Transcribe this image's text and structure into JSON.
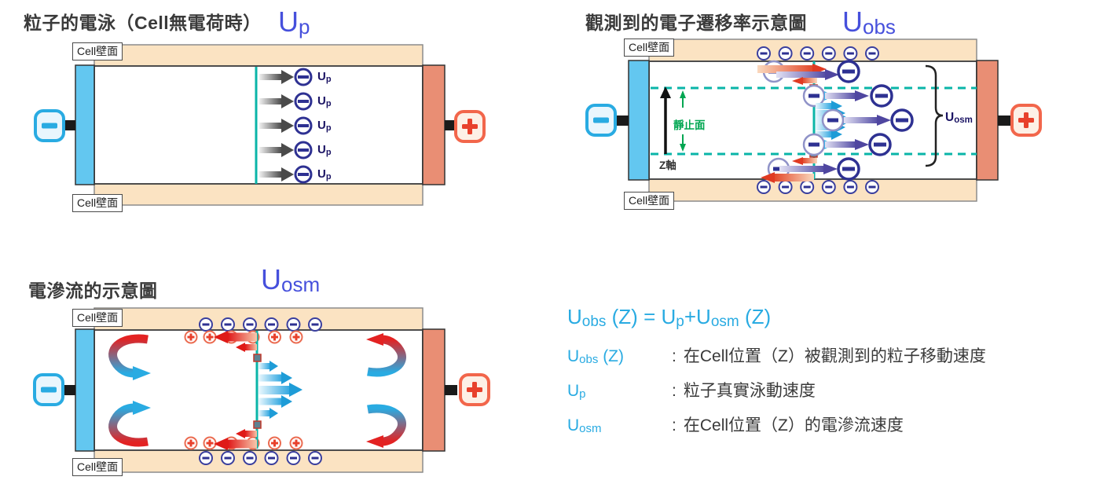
{
  "labels": {
    "cell_wall": "Cell壁面",
    "stationary_plane": "靜止面",
    "z_axis": "Z軸"
  },
  "diagram1": {
    "title": "粒子的電泳（Cell無電荷時）",
    "big_label": {
      "main": "U",
      "sub": "p"
    },
    "particle_label": {
      "main": "U",
      "sub": "p"
    }
  },
  "diagram2": {
    "title": "觀測到的電子遷移率示意圖",
    "big_label": {
      "main": "U",
      "sub": "obs"
    },
    "brace_label": {
      "main": "U",
      "sub": "osm"
    }
  },
  "diagram3": {
    "title": "電滲流的示意圖",
    "big_label": {
      "main": "U",
      "sub": "osm"
    }
  },
  "formula": {
    "equation": {
      "p1": "U",
      "s1": "obs",
      "p2": " (Z) = U",
      "s2": "p",
      "p3": "+U",
      "s3": "osm",
      "p4": " (Z)"
    },
    "definitions": [
      {
        "main": "U",
        "sub": "obs",
        "suffix": " (Z)",
        "colon": ":",
        "text": "在Cell位置（Z）被觀測到的粒子移動速度"
      },
      {
        "main": "U",
        "sub": "p",
        "suffix": "",
        "colon": ":",
        "text": "粒子真實泳動速度"
      },
      {
        "main": "U",
        "sub": "osm",
        "suffix": "",
        "colon": ":",
        "text": "在Cell位置（Z）的電滲流速度"
      }
    ]
  },
  "colors": {
    "teal_line": "#0ab5a8",
    "navy_ion": "#2e3192",
    "light_blue": "#29abe2",
    "purple_arrow": "#4f46a0",
    "orange_red_arrow": "#e0472f",
    "green_annotation": "#00a651",
    "peach_wall": "#fbe3c2",
    "electrode_blue": "#63c7f0",
    "electrode_salmon": "#e98e74",
    "big_label_blue": "#4650dc"
  }
}
